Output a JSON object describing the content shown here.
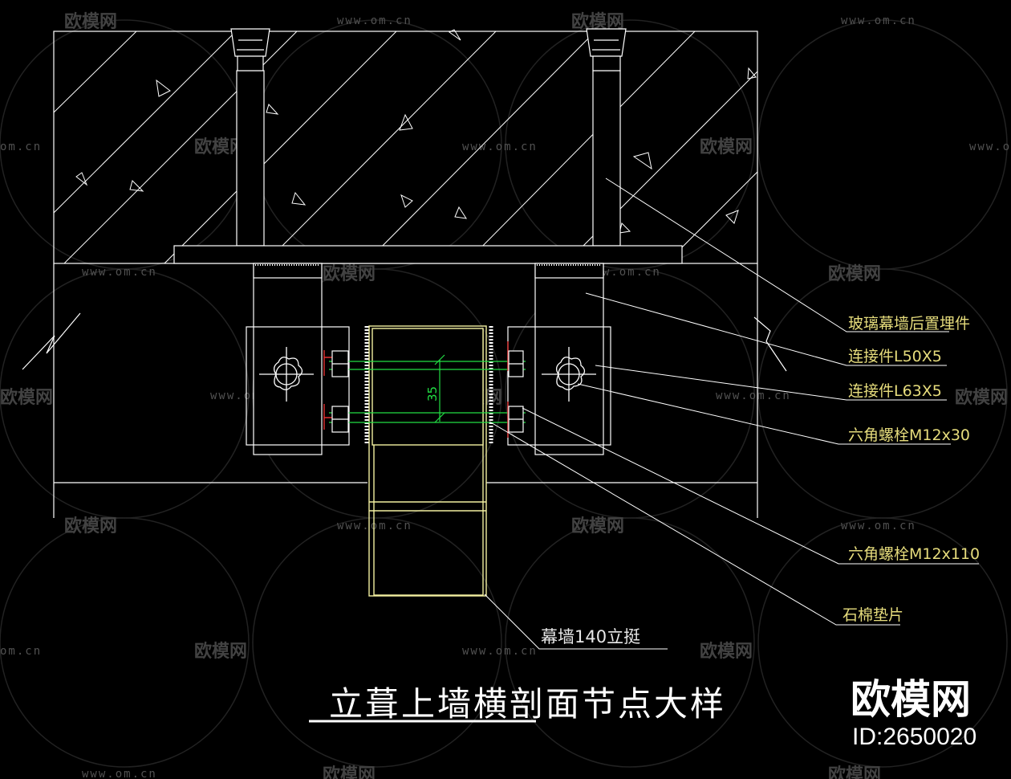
{
  "drawing": {
    "title": "立葺上墙横剖面节点大样",
    "dimension": "35",
    "labels": {
      "embed": "玻璃幕墙后置埋件",
      "conn_l50": "连接件L50X5",
      "conn_l63": "连接件L63X5",
      "bolt_30": "六角螺栓M12x30",
      "bolt_110": "六角螺栓M12x110",
      "pad": "石棉垫片",
      "mullion": "幕墙140立挺"
    }
  },
  "watermark": {
    "brand": "欧模网",
    "url": "www.om.cn",
    "url_cut": "om.cn",
    "logo_text": "欧模网",
    "logo_id": "ID:2650020"
  },
  "colors": {
    "background": "#000000",
    "line": "#ffffff",
    "label": "#e6dc7c",
    "bolt": "#e23030",
    "dimension": "#22dd44",
    "mullion": "#f3efa0"
  }
}
